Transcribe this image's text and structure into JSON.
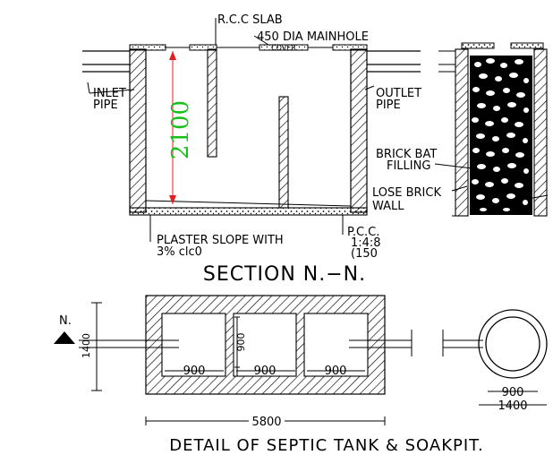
{
  "section": {
    "rcc_slab": "R.C.C SLAB",
    "manhole": "450  DIA  MAINHOLE",
    "cover": "COVER",
    "inlet_line1": "INLET",
    "inlet_line2": "PIPE",
    "outlet_line1": "OUTLET",
    "outlet_line2": "PIPE",
    "depth": "2100",
    "plaster_line1": "PLASTER  SLOPE  WITH",
    "plaster_line2": "3%  clc0",
    "pcc_line1": "P.C.C.",
    "pcc_line2": "1:4:8",
    "pcc_line3": "(150",
    "brick_bat_line1": "BRICK  BAT",
    "brick_bat_line2": "FILLING",
    "lose_brick_line1": "LOSE  BRICK",
    "lose_brick_line2": "WALL",
    "title": "SECTION  N.−N."
  },
  "plan": {
    "north": "N.",
    "width": "1400",
    "inner_height": "900",
    "chamber1": "900",
    "chamber2": "900",
    "chamber3": "900",
    "length": "5800",
    "soakpit_inner": "900",
    "soakpit_outer": "1400"
  },
  "title": "DETAIL  OF    SEPTIC  TANK  &  SOAKPIT.",
  "colors": {
    "ink": "#000000",
    "dimension": "#19c019",
    "dim_arrow": "#e02020"
  }
}
